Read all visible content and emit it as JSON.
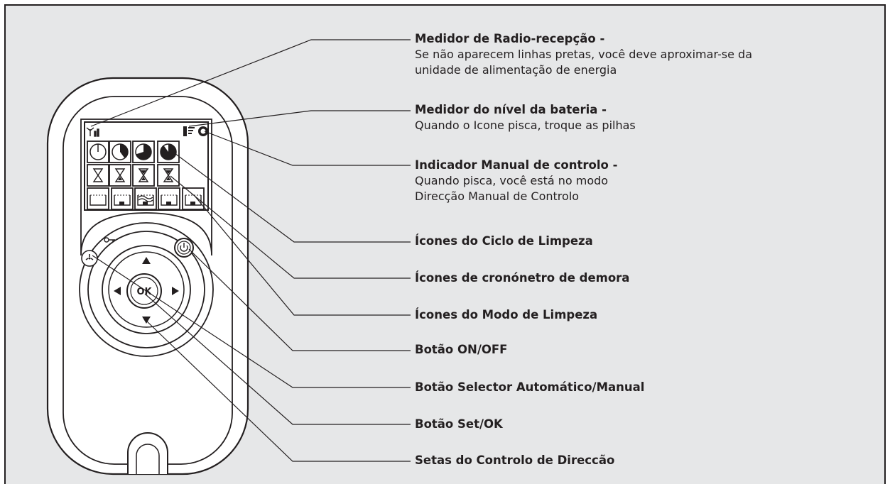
{
  "labels": [
    {
      "title": "Medidor de Radio-recepção -",
      "desc": [
        "Se não aparecem linhas pretas, você deve aproximar-se da",
        "unidade de alimentação de energia"
      ]
    },
    {
      "title": "Medidor do nível da bateria -",
      "desc": [
        "Quando o Icone pisca, troque as pilhas"
      ]
    },
    {
      "title": "Indicador Manual de controlo -",
      "desc": [
        "Quando pisca, você está no modo",
        "Direcção Manual de Controlo"
      ]
    },
    {
      "title": "Ícones do Ciclo de Limpeza",
      "desc": []
    },
    {
      "title": "Ícones de cronónetro de demora",
      "desc": []
    },
    {
      "title": "Ícones do Modo de Limpeza",
      "desc": []
    },
    {
      "title": "Botão ON/OFF",
      "desc": []
    },
    {
      "title": "Botão Selector Automático/Manual",
      "desc": []
    },
    {
      "title": "Botão Set/OK",
      "desc": []
    },
    {
      "title": "Setas do Controlo de Direccão",
      "desc": []
    }
  ],
  "remote": {
    "ok_label": "OK"
  },
  "colors": {
    "background": "#e6e7e8",
    "line": "#231f20",
    "device": "#ffffff"
  }
}
